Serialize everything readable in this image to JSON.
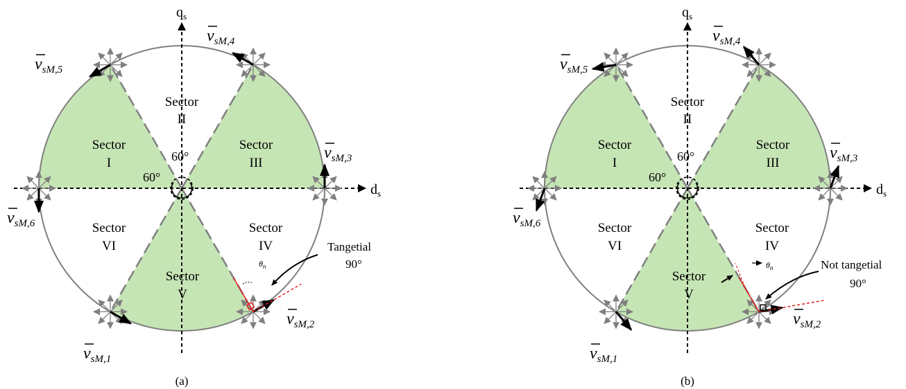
{
  "axes": {
    "q": "q",
    "q_sub": "s",
    "d": "d",
    "d_sub": "s"
  },
  "panels": [
    {
      "caption": "(a)",
      "angle_labels": [
        "60°",
        "60°"
      ],
      "sectors": [
        {
          "line1": "Sector",
          "line2": "I"
        },
        {
          "line1": "Sector",
          "line2": "II"
        },
        {
          "line1": "Sector",
          "line2": "III"
        },
        {
          "line1": "Sector",
          "line2": "IV"
        },
        {
          "line1": "Sector",
          "line2": "V"
        },
        {
          "line1": "Sector",
          "line2": "VI"
        }
      ],
      "vectors": [
        {
          "main": "v",
          "sub": "sM",
          "index": ",1"
        },
        {
          "main": "v",
          "sub": "sM",
          "index": ",2"
        },
        {
          "main": "v",
          "sub": "sM",
          "index": ",3"
        },
        {
          "main": "v",
          "sub": "sM",
          "index": ",4"
        },
        {
          "main": "v",
          "sub": "sM",
          "index": ",5"
        },
        {
          "main": "v",
          "sub": "sM",
          "index": ",6"
        }
      ],
      "annotation": {
        "line1": "Tangetial",
        "line2": "90°"
      },
      "theta": "θ",
      "theta_sub": "n"
    },
    {
      "caption": "(b)",
      "angle_labels": [
        "60°",
        "60°"
      ],
      "sectors": [
        {
          "line1": "Sector",
          "line2": "I"
        },
        {
          "line1": "Sector",
          "line2": "II"
        },
        {
          "line1": "Sector",
          "line2": "III"
        },
        {
          "line1": "Sector",
          "line2": "IV"
        },
        {
          "line1": "Sector",
          "line2": "V"
        },
        {
          "line1": "Sector",
          "line2": "VI"
        }
      ],
      "vectors": [
        {
          "main": "v",
          "sub": "sM",
          "index": ",1"
        },
        {
          "main": "v",
          "sub": "sM",
          "index": ",2"
        },
        {
          "main": "v",
          "sub": "sM",
          "index": ",3"
        },
        {
          "main": "v",
          "sub": "sM",
          "index": ",4"
        },
        {
          "main": "v",
          "sub": "sM",
          "index": ",5"
        },
        {
          "main": "v",
          "sub": "sM",
          "index": ",6"
        }
      ],
      "annotation": {
        "line1": "Not tangetial",
        "line2": "90°"
      },
      "theta": "θ",
      "theta_sub": "n"
    }
  ],
  "colors": {
    "sector_fill": "#c6e5b5",
    "circle": "#7f7f7f",
    "small_arrow": "#7f7f7f",
    "tangent": "#e02020"
  }
}
